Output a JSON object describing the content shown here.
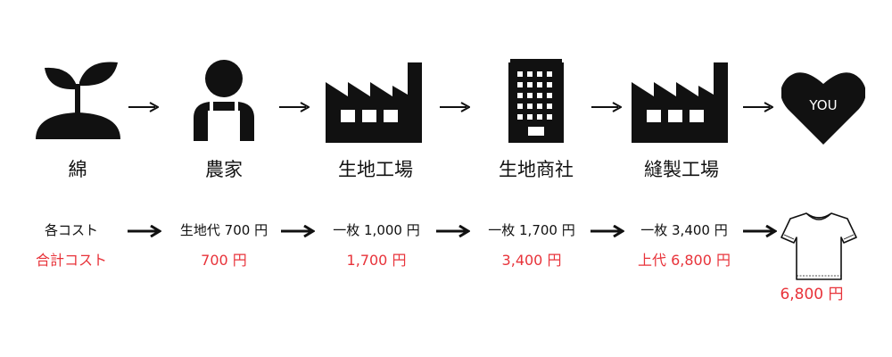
{
  "colors": {
    "ink": "#111111",
    "accent": "#e8333a"
  },
  "stages": [
    {
      "label": "綿",
      "icon": "seedling-icon"
    },
    {
      "label": "農家",
      "icon": "farmer-icon"
    },
    {
      "label": "生地工場",
      "icon": "factory-icon"
    },
    {
      "label": "生地商社",
      "icon": "office-building-icon"
    },
    {
      "label": "縫製工場",
      "icon": "factory-icon"
    },
    {
      "label": "",
      "icon": "heart-icon",
      "heart_text": "YOU"
    }
  ],
  "costs": {
    "header_label": "各コスト",
    "header_total": "合計コスト",
    "items": [
      {
        "cost": "生地代 700 円",
        "total": "700 円"
      },
      {
        "cost": "一枚 1,000 円",
        "total": "1,700 円"
      },
      {
        "cost": "一枚 1,700 円",
        "total": "3,400 円"
      },
      {
        "cost": "一枚 3,400 円",
        "total": "上代 6,800 円"
      }
    ],
    "final_item_icon": "tshirt-icon",
    "final_total": "6,800 円"
  }
}
